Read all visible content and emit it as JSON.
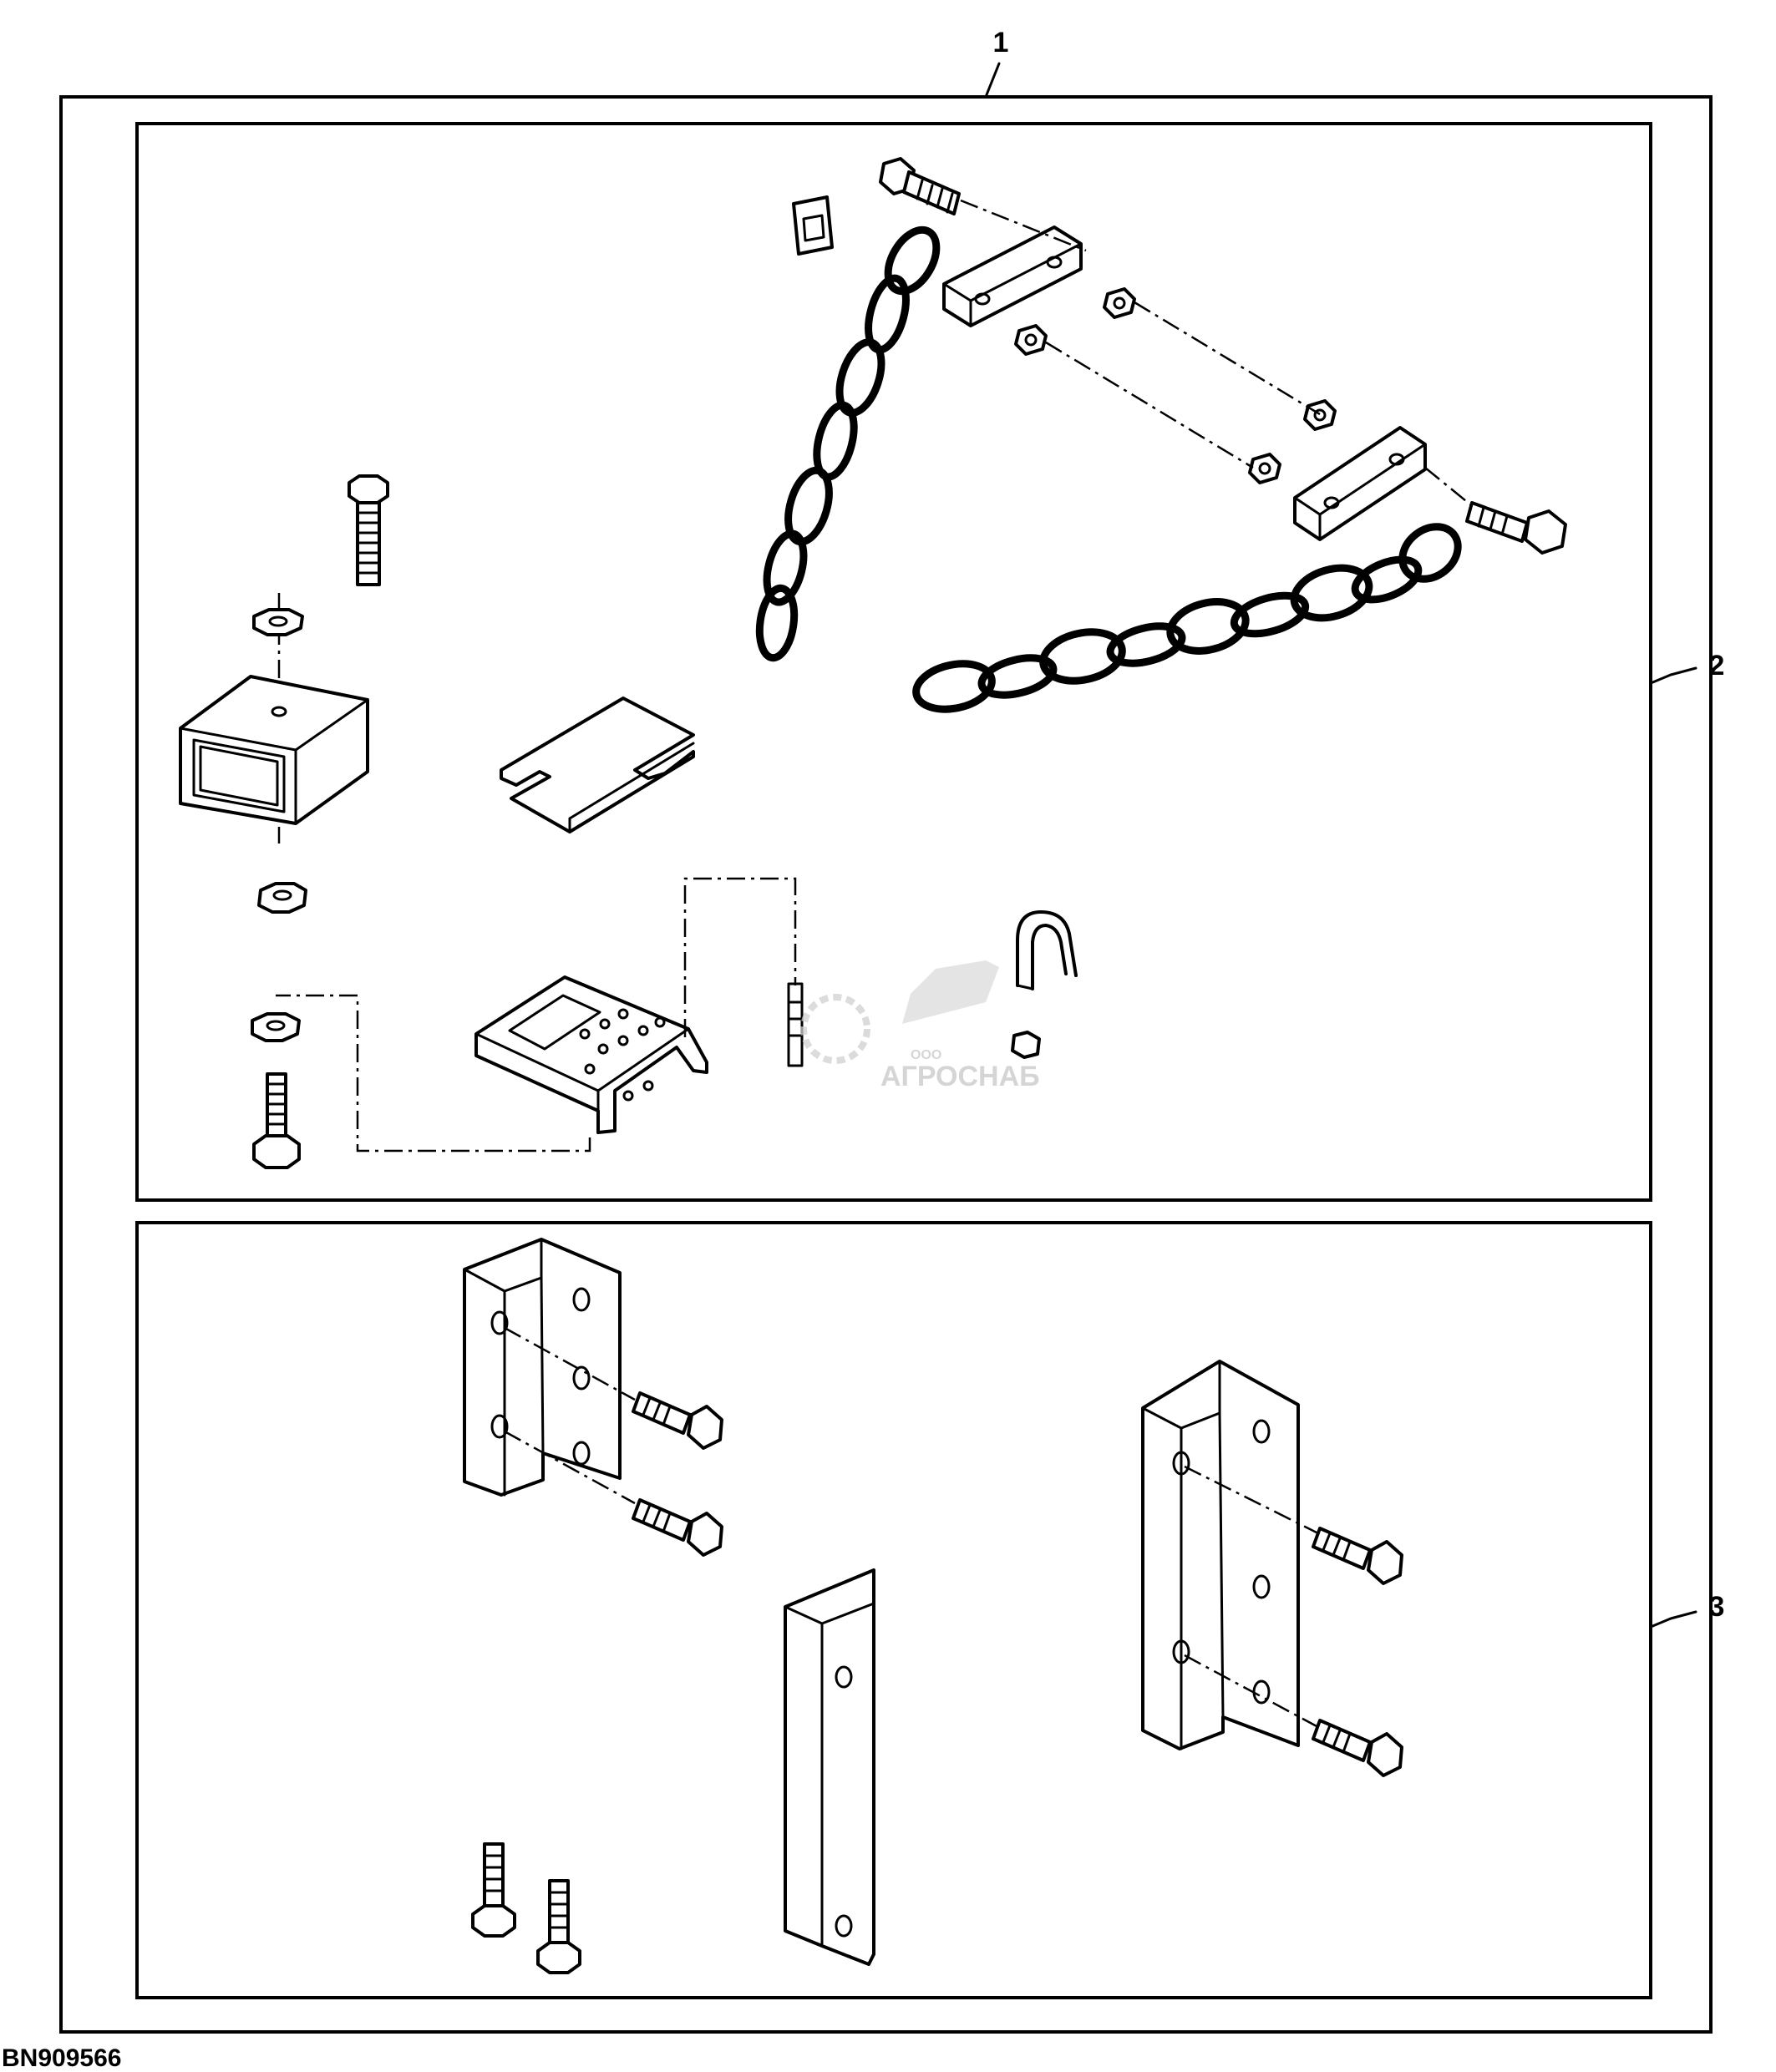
{
  "figure": {
    "id": "BN909566",
    "callouts": {
      "kit": "1",
      "upper_group": "2",
      "lower_group": "3"
    },
    "watermark": {
      "small": "ООО",
      "main": "АГРОСНАБ"
    }
  }
}
